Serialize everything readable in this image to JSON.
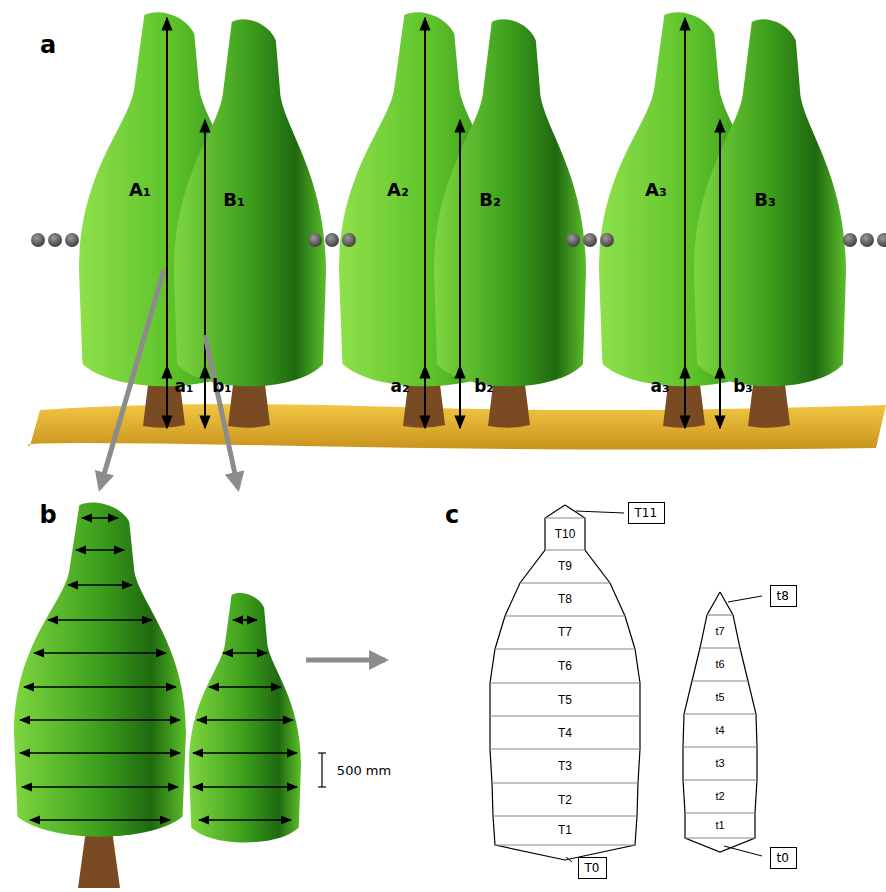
{
  "diagram": {
    "nodes": [
      {
        "text": [
          "T11"
        ]
      },
      {
        "text": [
          "T0"
        ]
      },
      {
        "text": [
          "t8"
        ]
      },
      {
        "text": [
          "t0"
        ]
      }
    ],
    "labels": [
      "a",
      "A₁",
      "B₁",
      "A₂",
      "B₂",
      "A₃",
      "B₃",
      "a₁",
      "b₁",
      "a₂",
      "b₂",
      "a₃",
      "b₃",
      "b",
      "500 mm",
      "c",
      "T10",
      "T9",
      "T8",
      "T7",
      "T6",
      "T5",
      "T4",
      "T3",
      "T2",
      "T1",
      "t7",
      "t6",
      "t5",
      "t4",
      "t3",
      "t2",
      "t1"
    ]
  }
}
